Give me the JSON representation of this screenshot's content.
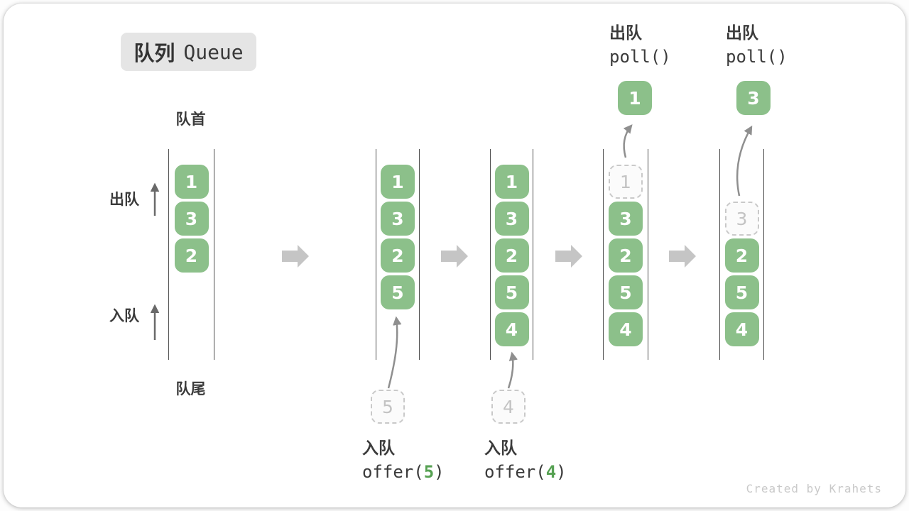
{
  "title": {
    "zh": "队列",
    "en": "Queue"
  },
  "labels": {
    "front": "队首",
    "rear": "队尾",
    "dequeue": "出队",
    "enqueue": "入队"
  },
  "watermark": "Created by Krahets",
  "colors": {
    "box_green": "#8cc08a",
    "code_green": "#56a152",
    "flow_arrow_gray": "#c5c5c5",
    "thin_arrow_gray": "#8f8f8f",
    "ghost_gray": "#c9c9c9"
  },
  "queues": [
    {
      "name": "queue-state-initial",
      "slots": [
        {
          "row": 0,
          "value": "1",
          "ghost": false
        },
        {
          "row": 1,
          "value": "3",
          "ghost": false
        },
        {
          "row": 2,
          "value": "2",
          "ghost": false
        }
      ]
    },
    {
      "name": "queue-state-after-offer-5",
      "slots": [
        {
          "row": 0,
          "value": "1",
          "ghost": false
        },
        {
          "row": 1,
          "value": "3",
          "ghost": false
        },
        {
          "row": 2,
          "value": "2",
          "ghost": false
        },
        {
          "row": 3,
          "value": "5",
          "ghost": false
        }
      ],
      "pending_value": "5",
      "op": {
        "label": "入队",
        "code_pre": "offer(",
        "code_arg": "5",
        "code_post": ")"
      }
    },
    {
      "name": "queue-state-after-offer-4",
      "slots": [
        {
          "row": 0,
          "value": "1",
          "ghost": false
        },
        {
          "row": 1,
          "value": "3",
          "ghost": false
        },
        {
          "row": 2,
          "value": "2",
          "ghost": false
        },
        {
          "row": 3,
          "value": "5",
          "ghost": false
        },
        {
          "row": 4,
          "value": "4",
          "ghost": false
        }
      ],
      "pending_value": "4",
      "op": {
        "label": "入队",
        "code_pre": "offer(",
        "code_arg": "4",
        "code_post": ")"
      }
    },
    {
      "name": "queue-state-after-poll-1",
      "slots": [
        {
          "row": 0,
          "value": "1",
          "ghost": true
        },
        {
          "row": 1,
          "value": "3",
          "ghost": false
        },
        {
          "row": 2,
          "value": "2",
          "ghost": false
        },
        {
          "row": 3,
          "value": "5",
          "ghost": false
        },
        {
          "row": 4,
          "value": "4",
          "ghost": false
        }
      ],
      "polled_value": "1",
      "op": {
        "label": "出队",
        "code_pre": "poll()",
        "code_arg": "",
        "code_post": ""
      }
    },
    {
      "name": "queue-state-after-poll-3",
      "slots": [
        {
          "row": 1,
          "value": "3",
          "ghost": true
        },
        {
          "row": 2,
          "value": "2",
          "ghost": false
        },
        {
          "row": 3,
          "value": "5",
          "ghost": false
        },
        {
          "row": 4,
          "value": "4",
          "ghost": false
        }
      ],
      "polled_value": "3",
      "op": {
        "label": "出队",
        "code_pre": "poll()",
        "code_arg": "",
        "code_post": ""
      }
    }
  ]
}
